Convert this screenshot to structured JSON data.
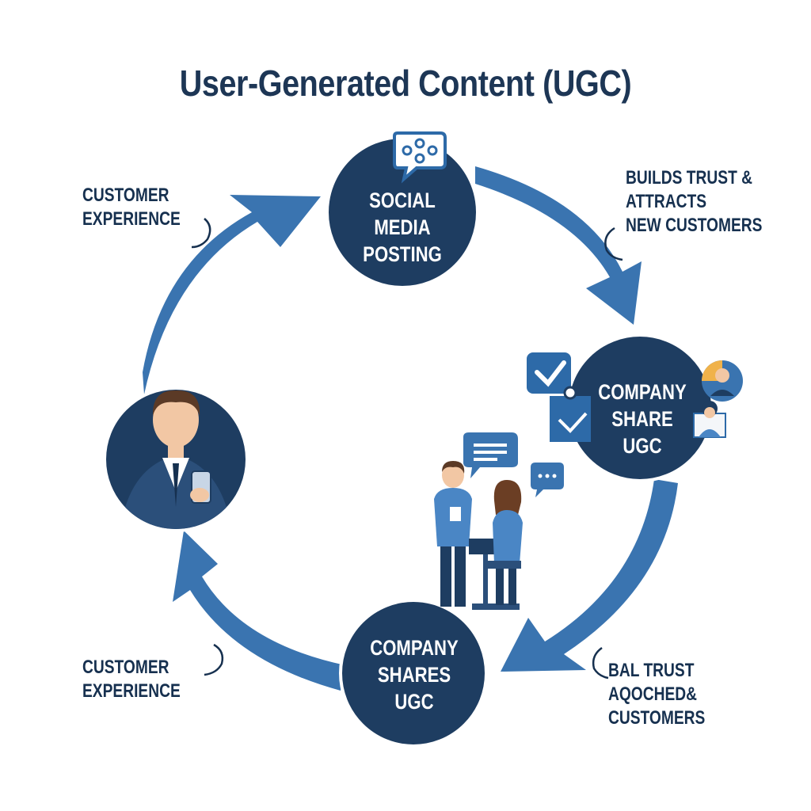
{
  "title": "User-Generated Content (UGC)",
  "nodes": {
    "social": [
      "SOCIAL MEDIA",
      "POSTING"
    ],
    "company_share": [
      "COMPANY",
      "SHARE",
      "UGC"
    ],
    "company_shares": [
      "COMPANY",
      "SHARES",
      "UGC"
    ]
  },
  "labels": {
    "top_left": [
      "CUSTOMER",
      "EXPERIENCE"
    ],
    "top_right": [
      "BUILDS TRUST &",
      "ATTRACTS",
      "NEW CUSTOMERS"
    ],
    "bottom_left": [
      "CUSTOMER",
      "EXPERIENCE"
    ],
    "bottom_right": [
      "BAL TRUST",
      "AQOCHED&",
      "CUSTOMERS"
    ]
  },
  "colors": {
    "navy": "#1e3d61",
    "arrow": "#3a74b0",
    "accent": "#4a86c5",
    "skin": "#f2c7a4",
    "text_dark": "#16304f"
  },
  "icons": [
    "chat-network-icon",
    "checkmark-icon",
    "document-icon",
    "user-avatar-icon",
    "businessman-icon",
    "people-chat-icon"
  ]
}
